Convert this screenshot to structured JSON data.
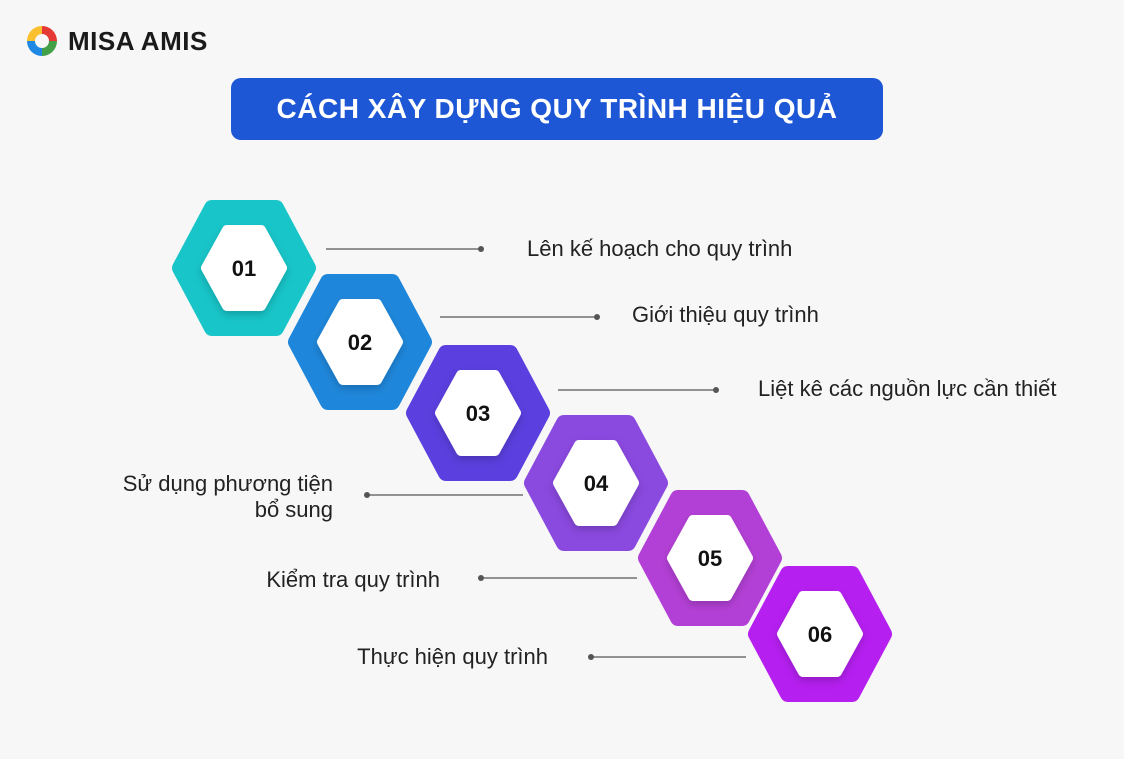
{
  "brand": {
    "logo_text": "MISA AMIS",
    "logo_icon": "misa-amis-logo-icon"
  },
  "title": "CÁCH XÂY DỰNG QUY TRÌNH HIỆU QUẢ",
  "colors": {
    "title_bg": "#1d57d6",
    "hex_white": "#ffffff",
    "step_01": "#18c5c8",
    "step_02": "#1f87db",
    "step_03": "#5b3fdf",
    "step_04": "#8a49df",
    "step_05": "#b340d6",
    "step_06": "#b51ff0"
  },
  "steps": [
    {
      "number": "01",
      "label": "Lên kế hoạch cho quy trình"
    },
    {
      "number": "02",
      "label": "Giới thiệu quy trình"
    },
    {
      "number": "03",
      "label": "Liệt kê các nguồn lực cần thiết"
    },
    {
      "number": "04",
      "label_line1": "Sử dụng phương tiện",
      "label_line2": "bổ sung"
    },
    {
      "number": "05",
      "label": "Kiểm tra quy trình"
    },
    {
      "number": "06",
      "label": "Thực hiện quy trình"
    }
  ]
}
